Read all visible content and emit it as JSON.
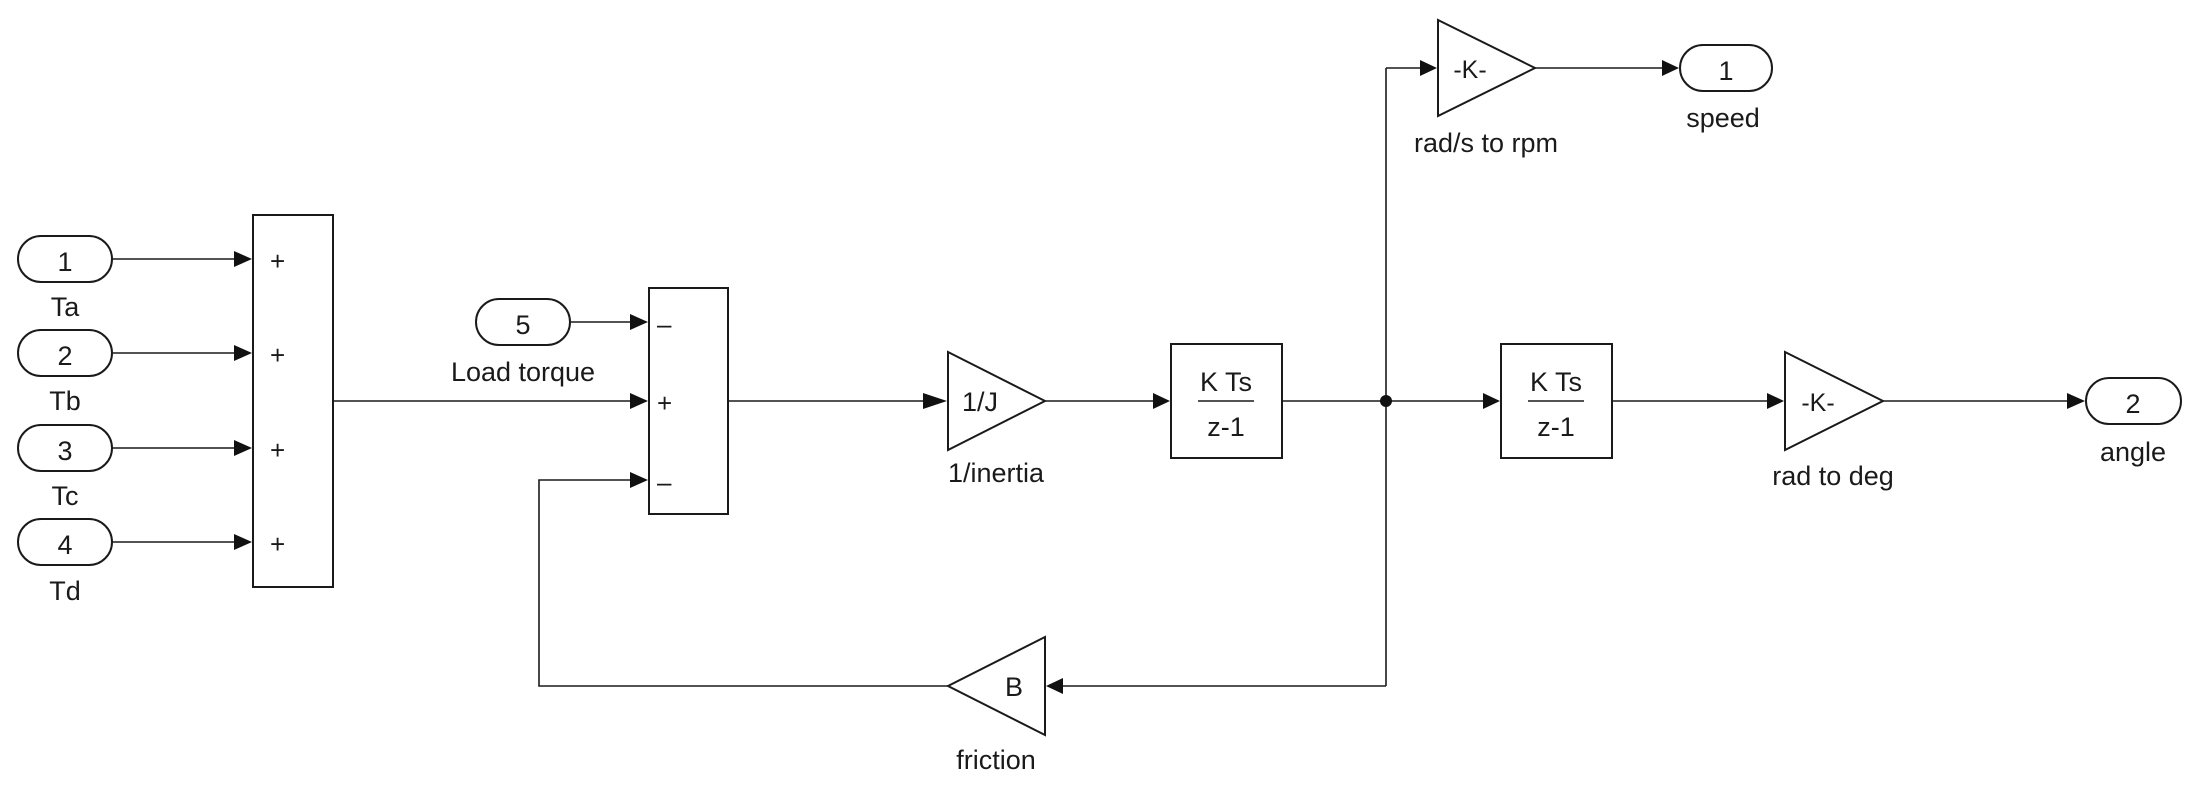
{
  "inports": [
    {
      "number": "1",
      "label": "Ta"
    },
    {
      "number": "2",
      "label": "Tb"
    },
    {
      "number": "3",
      "label": "Tc"
    },
    {
      "number": "4",
      "label": "Td"
    },
    {
      "number": "5",
      "label": "Load torque"
    }
  ],
  "outports": [
    {
      "number": "1",
      "label": "speed"
    },
    {
      "number": "2",
      "label": "angle"
    }
  ],
  "sum_torque": {
    "signs": [
      "+",
      "+",
      "+",
      "+"
    ]
  },
  "sum_net": {
    "signs": [
      "–",
      "+",
      "–"
    ]
  },
  "gains": {
    "inertia": {
      "value": "1/J",
      "label": "1/inertia"
    },
    "friction": {
      "value": "B",
      "label": "friction"
    },
    "rpm": {
      "value": "-K-",
      "label": "rad/s to rpm"
    },
    "deg": {
      "value": "-K-",
      "label": "rad to deg"
    }
  },
  "integrators": [
    {
      "numerator": "K Ts",
      "denominator": "z-1"
    },
    {
      "numerator": "K Ts",
      "denominator": "z-1"
    }
  ]
}
